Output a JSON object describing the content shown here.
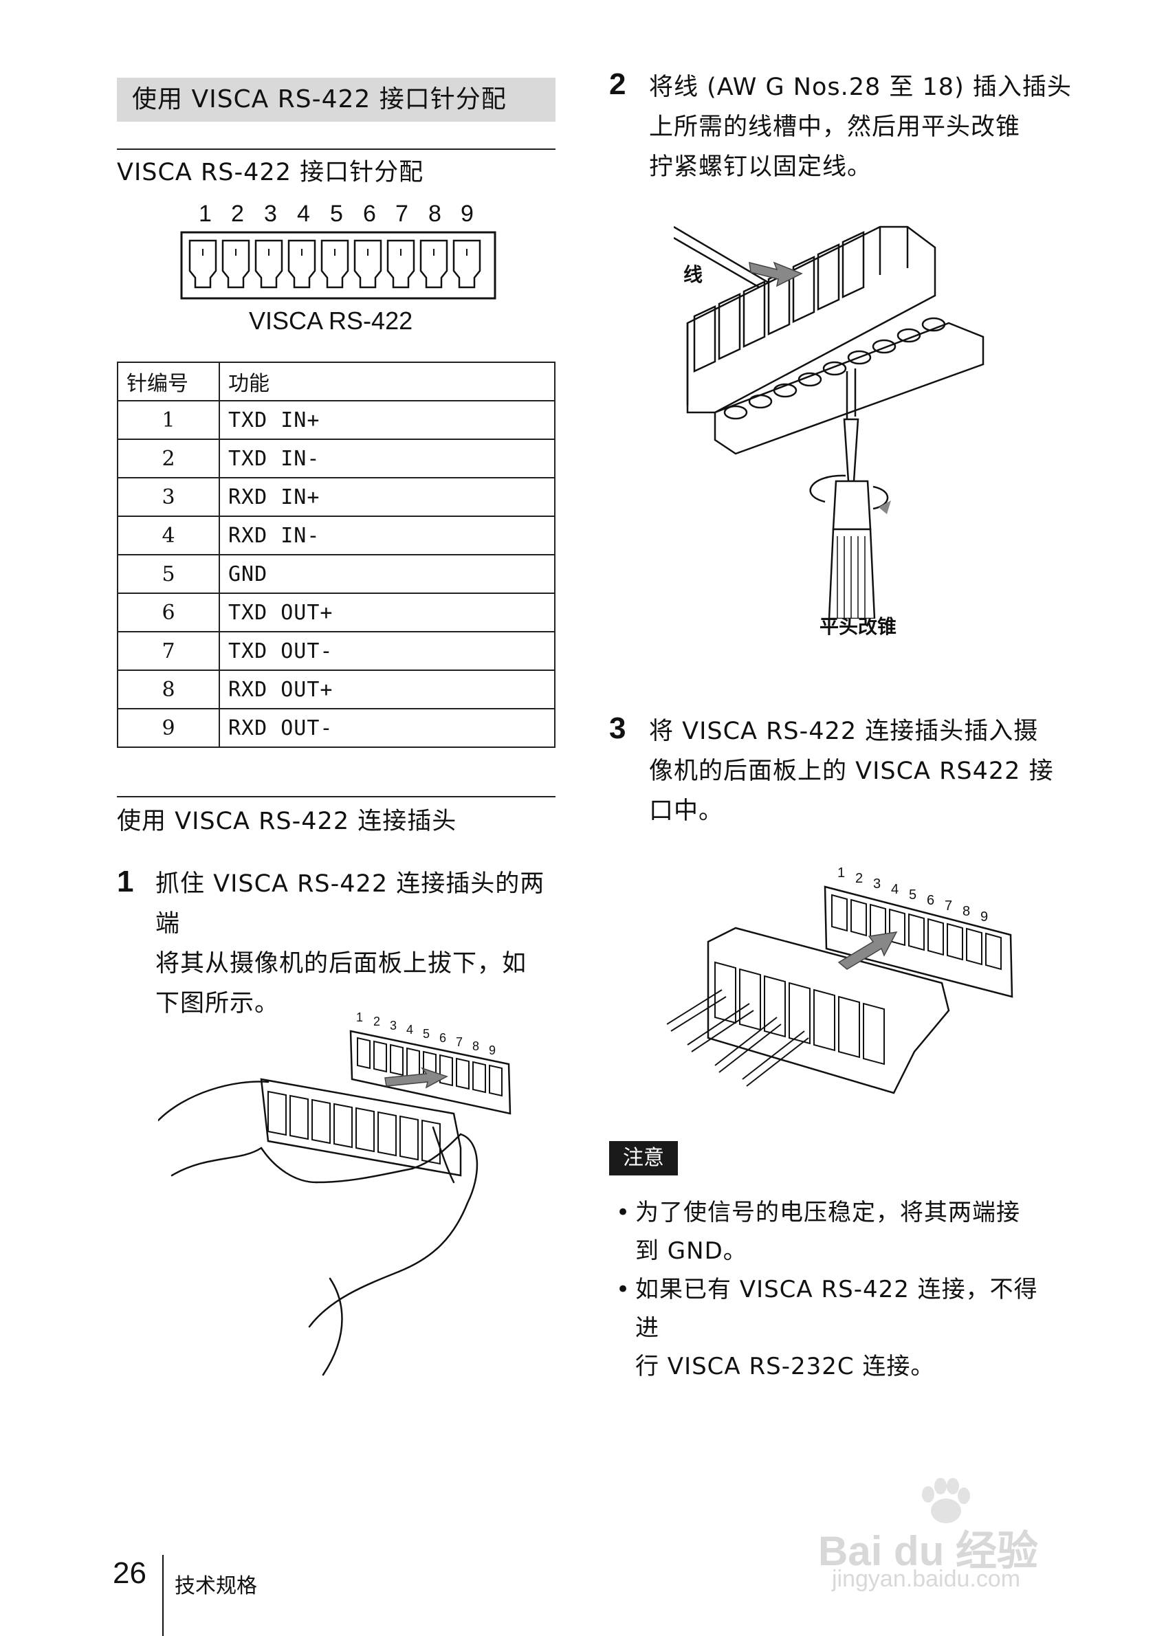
{
  "section_title": "使用 VISCA RS-422 接口针分配",
  "pin_assignment_heading": "VISCA RS-422 接口针分配",
  "connector_diagram": {
    "pin_numbers": [
      "1",
      "2",
      "3",
      "4",
      "5",
      "6",
      "7",
      "8",
      "9"
    ],
    "label": "VISCA RS-422"
  },
  "pin_table": {
    "headers": [
      "针编号",
      "功能"
    ],
    "rows": [
      {
        "pin": "1",
        "function": "TXD IN+"
      },
      {
        "pin": "2",
        "function": "TXD IN-"
      },
      {
        "pin": "3",
        "function": "RXD IN+"
      },
      {
        "pin": "4",
        "function": "RXD IN-"
      },
      {
        "pin": "5",
        "function": "GND"
      },
      {
        "pin": "6",
        "function": "TXD OUT+"
      },
      {
        "pin": "7",
        "function": "TXD OUT-"
      },
      {
        "pin": "8",
        "function": "RXD OUT+"
      },
      {
        "pin": "9",
        "function": "RXD OUT-"
      }
    ]
  },
  "usage_heading": "使用 VISCA RS-422 连接插头",
  "steps": [
    {
      "num": "1",
      "lines": [
        "抓住 VISCA RS-422 连接插头的两端",
        "将其从摄像机的后面板上拔下，如",
        "下图所示。"
      ]
    },
    {
      "num": "2",
      "lines": [
        "将线 (AW G Nos.28 至 18) 插入插头",
        "上所需的线槽中，然后用平头改锥",
        "拧紧螺钉以固定线。"
      ]
    },
    {
      "num": "3",
      "lines": [
        "将 VISCA RS-422 连接插头插入摄",
        "像机的后面板上的 VISCA RS422 接",
        "口中。"
      ]
    }
  ],
  "figure_labels": {
    "wire": "线",
    "screwdriver": "平头改锥"
  },
  "note": {
    "badge": "注意",
    "bullets": [
      {
        "lines": [
          "为了使信号的电压稳定，将其两端接",
          "到 GND。"
        ]
      },
      {
        "lines": [
          "如果已有 VISCA RS-422 连接，不得进",
          "行 VISCA RS-232C 连接。"
        ]
      }
    ]
  },
  "footer": {
    "page_number": "26",
    "section": "技术规格"
  },
  "watermark": {
    "brand": "Bai du 经验",
    "url": "jingyan.baidu.com"
  }
}
